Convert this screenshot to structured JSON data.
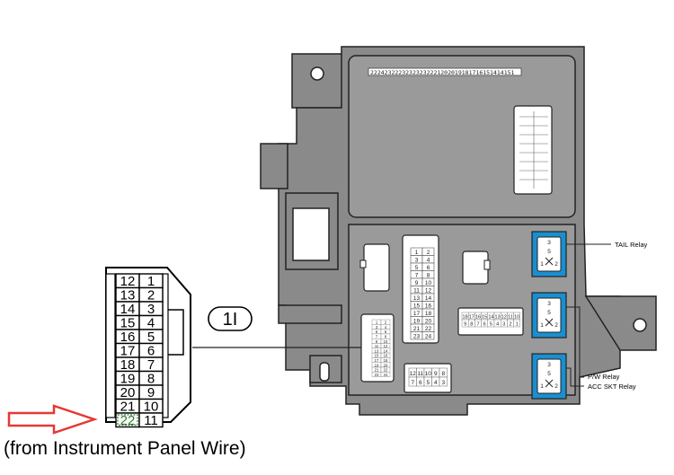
{
  "connector": {
    "id_label": "1I",
    "pins": [
      {
        "left": "12",
        "right": "1"
      },
      {
        "left": "13",
        "right": "2"
      },
      {
        "left": "14",
        "right": "3"
      },
      {
        "left": "15",
        "right": "4"
      },
      {
        "left": "16",
        "right": "5"
      },
      {
        "left": "17",
        "right": "6"
      },
      {
        "left": "18",
        "right": "7"
      },
      {
        "left": "19",
        "right": "8"
      },
      {
        "left": "20",
        "right": "9"
      },
      {
        "left": "21",
        "right": "10"
      },
      {
        "left": "22",
        "right": "11"
      }
    ],
    "highlighted_pin": "22",
    "highlight_color": "#2e7d32",
    "source_caption": "(from Instrument Panel Wire)"
  },
  "arrow": {
    "color": "#e53935"
  },
  "junction_block": {
    "body_color": "#8a8a8a",
    "panel_color": "#9a9a9a",
    "relay_color": "#1a8fd0",
    "fuse_strip_text": "22242322232323232221202019181716151414151",
    "mid_connector_pins": [
      [
        "1",
        "2"
      ],
      [
        "3",
        "4"
      ],
      [
        "5",
        "6"
      ],
      [
        "7",
        "8"
      ],
      [
        "9",
        "10"
      ],
      [
        "11",
        "12"
      ],
      [
        "13",
        "14"
      ],
      [
        "15",
        "16"
      ],
      [
        "17",
        "18"
      ],
      [
        "19",
        "20"
      ],
      [
        "21",
        "22"
      ],
      [
        "23",
        "24"
      ]
    ],
    "lower_left_pins": [
      "1",
      "2",
      "3",
      "4",
      "5",
      "6",
      "7",
      "8",
      "9",
      "10",
      "11",
      "12",
      "13",
      "14",
      "15",
      "16",
      "17",
      "18",
      "19",
      "20",
      "21",
      "22",
      "23",
      "24"
    ],
    "bottom_connector_top": [
      "12",
      "11",
      "10",
      "9",
      "8"
    ],
    "bottom_connector_bottom": [
      "7",
      "6",
      "5",
      "4",
      "3"
    ],
    "right_connector_top": [
      "18",
      "17",
      "16",
      "15",
      "14",
      "13",
      "12",
      "11",
      "10"
    ],
    "right_connector_bottom": [
      "9",
      "8",
      "7",
      "6",
      "5",
      "4",
      "3",
      "2",
      "1"
    ],
    "relays": [
      {
        "label": "TAIL Relay",
        "pins": [
          "3",
          "5",
          "1",
          "2"
        ]
      },
      {
        "label": "P/W Relay",
        "pins": [
          "3",
          "5",
          "1",
          "2"
        ]
      },
      {
        "label": "ACC SKT Relay",
        "pins": [
          "3",
          "5",
          "1",
          "2"
        ]
      }
    ]
  }
}
